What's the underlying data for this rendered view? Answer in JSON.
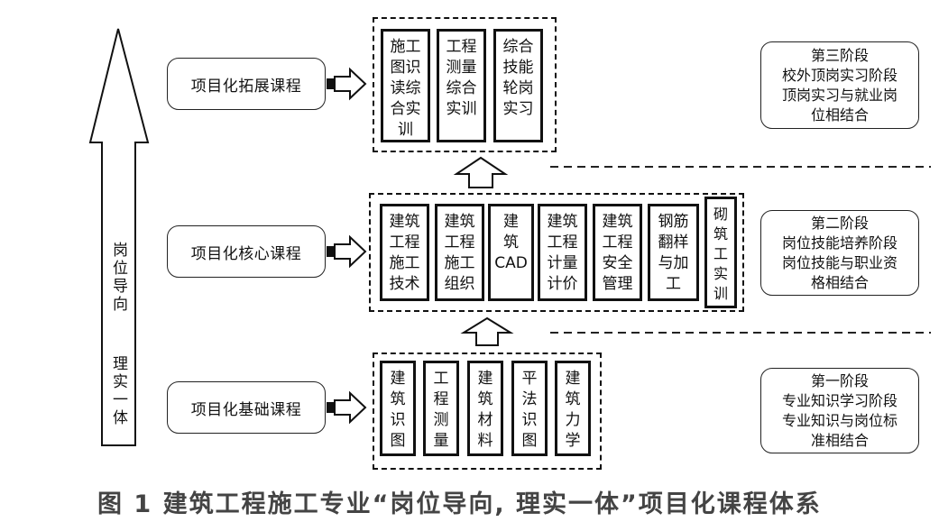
{
  "axis_label": "岗位导向  理实一体",
  "courses": {
    "expand": "项目化拓展课程",
    "core": "项目化核心课程",
    "basic": "项目化基础课程"
  },
  "expand_items": [
    "施工\n图识\n读综\n合实\n训",
    "工程\n测量\n综合\n实训",
    "综合\n技能\n轮岗\n实习"
  ],
  "core_items": [
    "建筑\n工程\n施工\n技术",
    "建筑\n工程\n施工\n组织",
    "建\n筑\nCAD",
    "建筑\n工程\n计量\n计价",
    "建筑\n工程\n安全\n管理",
    "钢筋\n翻样\n与加\n工",
    "砌\n筑\n工\n实\n训"
  ],
  "basic_items": [
    "建\n筑\n识\n图",
    "工\n程\n测\n量",
    "建\n筑\n材\n料",
    "平\n法\n识\n图",
    "建\n筑\n力\n学"
  ],
  "stages": [
    {
      "title": "第三阶段",
      "line1": "校外顶岗实习阶段",
      "line2": "顶岗实习与就业岗",
      "line3": "位相结合"
    },
    {
      "title": "第二阶段",
      "line1": "岗位技能培养阶段",
      "line2": "岗位技能与职业资",
      "line3": "格相结合"
    },
    {
      "title": "第一阶段",
      "line1": "专业知识学习阶段",
      "line2": "专业知识与岗位标",
      "line3": "准相结合"
    }
  ],
  "caption": "图 1  建筑工程施工专业“岗位导向, 理实一体”项目化课程体系"
}
